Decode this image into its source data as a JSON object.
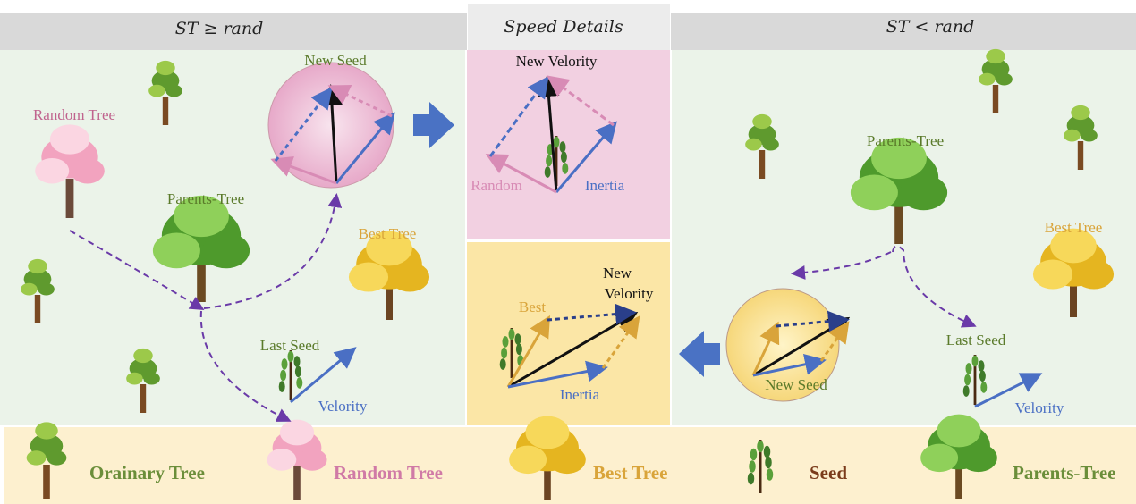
{
  "headers": {
    "left": "ST ≥ rand",
    "middle": "Speed Details",
    "right": "ST < rand"
  },
  "left_panel": {
    "new_seed": "New Seed",
    "random_tree": "Random Tree",
    "parents_tree": "Parents-Tree",
    "best_tree": "Best Tree",
    "last_seed": "Last Seed",
    "velocity": "Velority"
  },
  "middle_top": {
    "new_velocity": "New Velority",
    "random": "Random",
    "inertia": "Inertia"
  },
  "middle_bottom": {
    "new_line1": "New",
    "new_line2": "Velority",
    "best": "Best",
    "inertia": "Inertia"
  },
  "right_panel": {
    "parents_tree": "Parents-Tree",
    "best_tree": "Best Tree",
    "last_seed": "Last Seed",
    "new_seed": "New Seed",
    "velocity": "Velority"
  },
  "legend": [
    {
      "label": "Orainary Tree",
      "color": "#6b8e3a"
    },
    {
      "label": "Random Tree",
      "color": "#d07aa6"
    },
    {
      "label": "Best Tree",
      "color": "#d9a43a"
    },
    {
      "label": "Seed",
      "color": "#7a3b1a"
    },
    {
      "label": "Parents-Tree",
      "color": "#6b8e3a"
    }
  ],
  "colors": {
    "panel_green": "#ebf3e9",
    "pink": "#f2d0e1",
    "yellow": "#fbe6a6",
    "legend_bg": "#fdf0cf",
    "blue": "#4a6fc4",
    "purple": "#6a3aa8",
    "pink_arrow": "#d88bb5",
    "gold": "#d9a43a"
  }
}
